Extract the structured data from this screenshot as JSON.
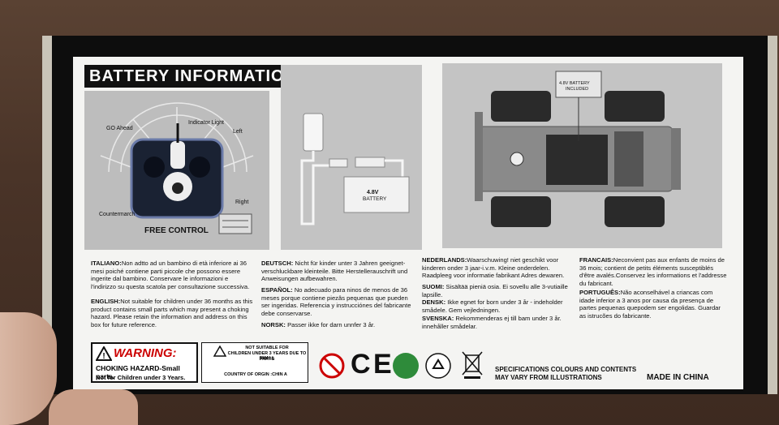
{
  "title": "BATTERY  INFORMATION",
  "remote": {
    "go_ahead": "GO Ahead",
    "indicator_light": "Indicator Light",
    "left": "Left",
    "right": "Right",
    "countermarch": "Countermarch",
    "free_control": "FREE CONTROL"
  },
  "battery_label_1": "4.8V",
  "battery_label_2": "BATTERY",
  "car_battery_1": "4.8V BATTERY",
  "car_battery_2": "INCLUDED",
  "languages": {
    "italiano_h": "ITALIANO:",
    "italiano": "Non adtto ad un bambino di età inferiore ai 36 mesi poiché contiene parti piccole che possono essere ingerite dal bambino. Conservare le informazioni e l'indirizzo su questa scatola per consultazione successiva.",
    "english_h": "ENGLISH:",
    "english": "Not suitable for children under 36 months as this product contains small parts which may present a choking hazard. Please retain the information and address on this box for future reference.",
    "deutsch_h": "DEUTSCH:",
    "deutsch": "Nicht für kinder unter 3 Jahren geeignet- verschluckbare kleinteile. Bitte Herstellerauschrift und Anweisungen aufbewahren.",
    "espanol_h": "ESPAÑOL:",
    "espanol": "No adecuado para ninos de menos de 36 meses porque contiene piezâs pequenas que pueden ser ingeridas. Referencia y instrucciónes del fabricante debe conservarse.",
    "norsk_h": "NORSK:",
    "norsk": "Passer ikke for darn unnfer 3 år.",
    "nederlands_h": "NEDERLANDS:",
    "nederlands": "Waarschuwing! niet geschikt voor kinderen onder 3 jaar-i.v.m. Kleine onderdelen. Raadpleeg voor informatie fabrikant Adres dewaren.",
    "suomi_h": "SUOMI:",
    "suomi": "Sisältää pieniä osia. Ei sovellu alle 3-vutiaille lapsille.",
    "dansk_h": "DENSK:",
    "dansk": "Ikke egnet for born under 3 år - indeholder smådele. Gem vejledningen.",
    "svenska_h": "SVENSKA:",
    "svenska": "Rekommenderas ej till bam under 3 år. innehåller smådelar.",
    "francais_h": "FRANCAIS:",
    "francais": "Neconvient pas aux enfants de moins de 36 mois; contient de petits éléments susceptiblés d'être avalés.Conservez les informations et l'addresse du fabricant.",
    "portugues_h": "PORTUGUÊS:",
    "portugues": "Não aconselhável a criancas com idade inferior a 3 anos por causa da presença de partes pequenas quepodem ser engolidas. Guardar as istrucões do fabricante."
  },
  "warning": {
    "title": "WARNING:",
    "line1": "CHOKING HAZARD-Small parts.",
    "line2": "Not for Children under 3 Years."
  },
  "not_suitable": {
    "l1": "NOT SUITABLE FOR",
    "l2": "CHILDREN UNDER 3 YEARS DUE TO SMALL",
    "l3": "PARTS",
    "l4": "COUNTRY OF ORGIN :CHIN A"
  },
  "spec_1": "SPECIFICATIONS COLOURS  AND CONTENTS",
  "spec_2": "MAY VARY FROM ILLUSTRATIONS",
  "made_in": "MADE IN CHINA"
}
